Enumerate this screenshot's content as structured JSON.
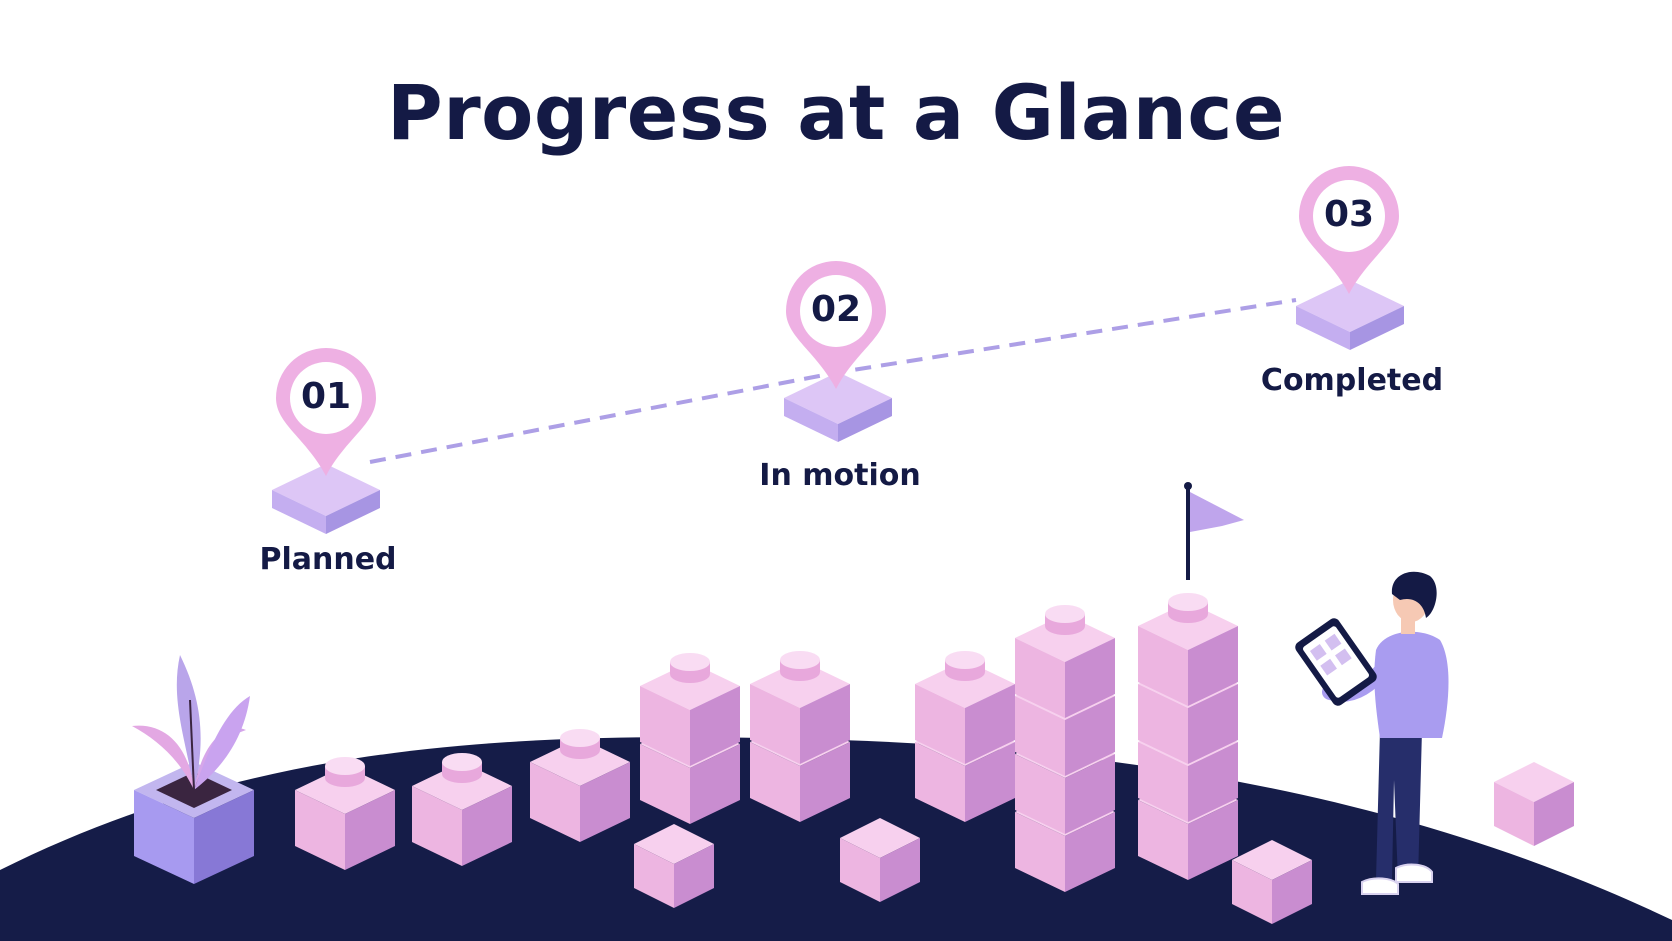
{
  "title": "Progress at a Glance",
  "milestones": [
    {
      "number": "01",
      "label": "Planned"
    },
    {
      "number": "02",
      "label": "In motion"
    },
    {
      "number": "03",
      "label": "Completed"
    }
  ],
  "colors": {
    "navy": "#141a45",
    "pink_light": "#f4c4ea",
    "pink_mid": "#e2a3d8",
    "pink_dark": "#c589cf",
    "lavender": "#b4a6ec",
    "lavender_dark": "#8d7fd6",
    "dash": "#ad9fe6"
  },
  "icons": [
    "location-pin-icon",
    "flag-icon",
    "plant-icon",
    "tablet-icon"
  ]
}
